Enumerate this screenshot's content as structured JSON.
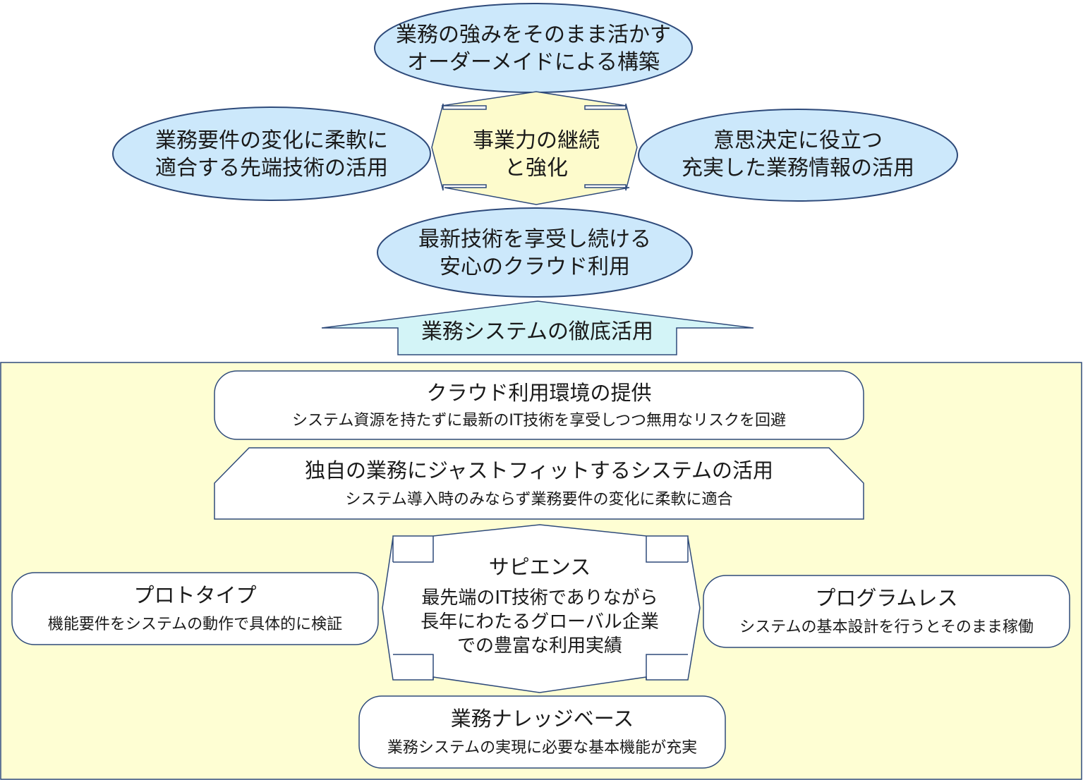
{
  "top": {
    "upper_ellipse": [
      "業務の強みをそのまま活かす",
      "オーダーメイドによる構築"
    ],
    "left_ellipse": [
      "業務要件の変化に柔軟に",
      "適合する先端技術の活用"
    ],
    "right_ellipse": [
      "意思決定に役立つ",
      "充実した業務情報の活用"
    ],
    "lower_ellipse": [
      "最新技術を享受し続ける",
      "安心のクラウド利用"
    ],
    "center_arrow": [
      "事業力の継続",
      "と強化"
    ]
  },
  "up_arrow_label": "業務システムの徹底活用",
  "base": {
    "cloud": {
      "title": "クラウド利用環境の提供",
      "sub": "システム資源を持たずに最新のIT技術を享受しつつ無用なリスクを回避"
    },
    "justfit": {
      "title": "独自の業務にジャストフィットするシステムの活用",
      "sub": "システム導入時のみならず業務要件の変化に柔軟に適合"
    },
    "sapiens": {
      "title": "サピエンス",
      "lines": [
        "最先端のIT技術でありながら",
        "長年にわたるグローバル企業",
        "での豊富な利用実績"
      ]
    },
    "prototype": {
      "title": "プロトタイプ",
      "sub": "機能要件をシステムの動作で具体的に検証"
    },
    "programless": {
      "title": "プログラムレス",
      "sub": "システムの基本設計を行うとそのまま稼働"
    },
    "knowledge": {
      "title": "業務ナレッジベース",
      "sub": "業務システムの実現に必要な基本機能が充実"
    }
  },
  "colors": {
    "ellipse_fill": "#cce8fb",
    "center_arrow_fill": "#fdfbcc",
    "up_arrow_fill": "#d3f4f7",
    "base_fill": "#fefed3",
    "box_fill": "#ffffff",
    "stroke": "#2e4a7a"
  }
}
